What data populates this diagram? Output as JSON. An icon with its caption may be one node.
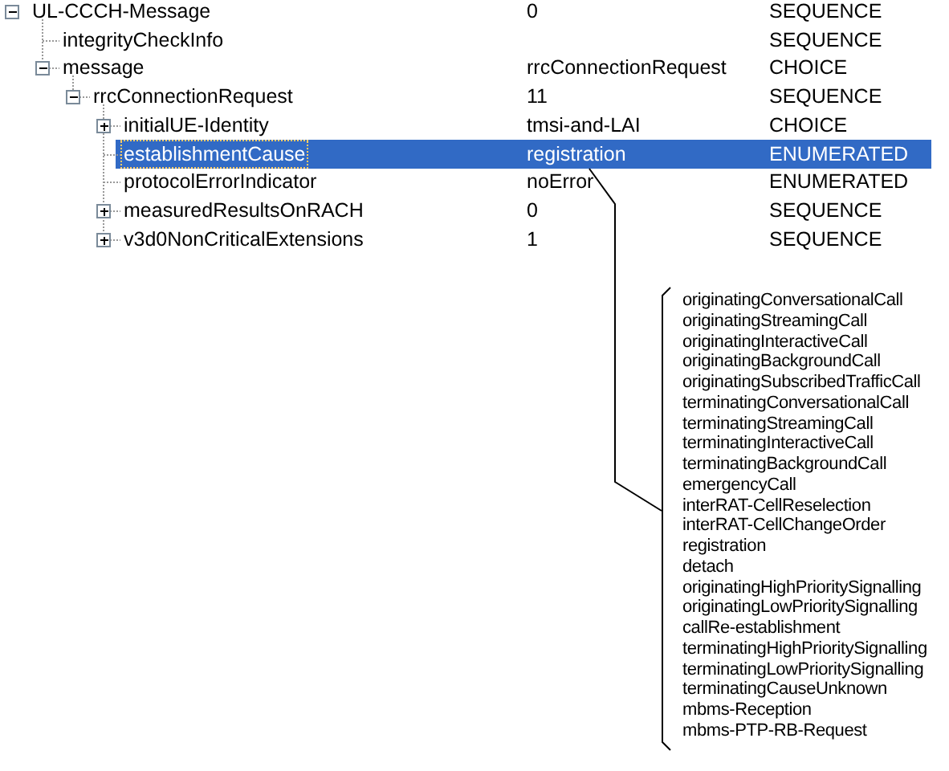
{
  "diagram": {
    "nodes": [
      {
        "text": [
          "registration"
        ]
      },
      {
        "text": [
          "originatingConversationalCall",
          "originatingStreamingCall",
          "originatingInteractiveCall",
          "originatingBackgroundCall",
          "originatingSubscribedTrafficCall",
          "terminatingConversationalCall",
          "terminatingStreamingCall",
          "terminatingInteractiveCall",
          "terminatingBackgroundCall",
          "emergencyCall",
          "interRAT-CellReselection",
          "interRAT-CellChangeOrder",
          "registration",
          "detach",
          "originatingHighPrioritySignalling",
          "originatingLowPrioritySignalling",
          "callRe-establishment",
          "terminatingHighPrioritySignalling",
          "terminatingLowPrioritySignalling",
          "terminatingCauseUnknown",
          "mbms-Reception",
          "mbms-PTP-RB-Request"
        ]
      }
    ],
    "edges": [
      {
        "from": 1,
        "to": 0,
        "arrow": "none"
      }
    ],
    "labels": [
      "UL-CCCH-Message",
      "0",
      "SEQUENCE",
      "integrityCheckInfo",
      "SEQUENCE",
      "message",
      "rrcConnectionRequest",
      "CHOICE",
      "rrcConnectionRequest",
      "11",
      "SEQUENCE",
      "initialUE-Identity",
      "tmsi-and-LAI",
      "CHOICE",
      "establishmentCause",
      "ENUMERATED",
      "protocolErrorIndicator",
      "noError",
      "ENUMERATED",
      "measuredResultsOnRACH",
      "0",
      "SEQUENCE",
      "v3d0NonCriticalExtensions",
      "1",
      "SEQUENCE"
    ]
  }
}
